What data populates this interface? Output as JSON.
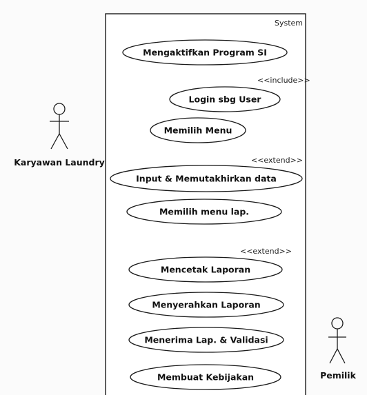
{
  "system": {
    "title": "System"
  },
  "actors": [
    {
      "id": "karyawan",
      "label": "Karyawan Laundry"
    },
    {
      "id": "pemilik",
      "label": "Pemilik"
    }
  ],
  "use_cases": [
    "Mengaktifkan Program SI",
    "Login sbg User",
    "Memilih Menu",
    "Input & Memutakhirkan data",
    "Memilih menu lap.",
    "Mencetak Laporan",
    "Menyerahkan Laporan",
    "Menerima Lap. & Validasi",
    "Membuat Kebijakan"
  ],
  "relations": {
    "include_label": "<<include>>",
    "extend_label_1": "<<extend>>",
    "extend_label_2": "<<extend>>"
  }
}
